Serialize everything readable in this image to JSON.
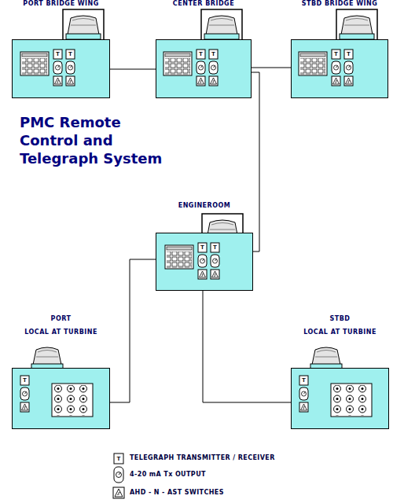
{
  "diagram": {
    "title": "PMC Remote Control and Telegraph System",
    "nodes": [
      {
        "text": [
          "PORT BRIDGE WING"
        ]
      },
      {
        "text": [
          "CENTER BRIDGE"
        ]
      },
      {
        "text": [
          "STBD BRIDGE WING"
        ]
      },
      {
        "text": [
          "ENGINEROOM"
        ]
      },
      {
        "text": [
          "PORT",
          "LOCAL AT TURBINE"
        ]
      },
      {
        "text": [
          "STBD",
          "LOCAL AT TURBINE"
        ]
      }
    ],
    "edges": [
      {
        "from": 0,
        "to": 1,
        "arrow": "none"
      },
      {
        "from": 1,
        "to": 2,
        "arrow": "none"
      },
      {
        "from": 1,
        "to": 3,
        "arrow": "none"
      },
      {
        "from": 3,
        "to": 4,
        "arrow": "none"
      },
      {
        "from": 3,
        "to": 5,
        "arrow": "none"
      }
    ],
    "labels": [
      "T",
      "T",
      "T",
      "T",
      "T",
      "T",
      "T",
      "T",
      "T",
      "T",
      "T"
    ],
    "legend": [
      {
        "text": "TELEGRAPH TRANSMITTER / RECEIVER"
      },
      {
        "text": "4-20 mA Tx OUTPUT"
      },
      {
        "text": "AHD - N - AST SWITCHES"
      }
    ]
  }
}
